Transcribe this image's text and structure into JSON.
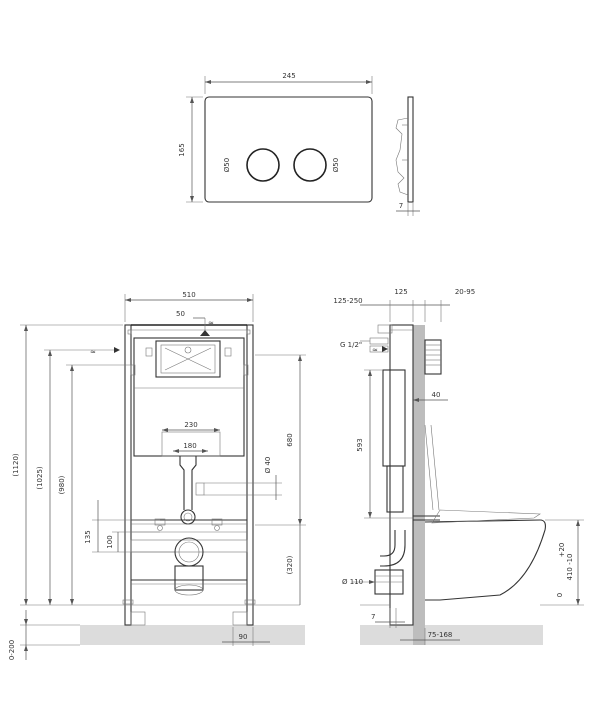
{
  "plate": {
    "width": "245",
    "height": "165",
    "button_left_dia": "Ø50",
    "button_right_dia": "Ø50",
    "side_thickness": "7"
  },
  "front": {
    "width": "510",
    "offset_top": "50",
    "h_total": "(1120)",
    "h_1025": "(1025)",
    "h_980": "(980)",
    "h_680": "680",
    "w_230": "230",
    "w_180": "180",
    "pipe_dia": "Ø 40",
    "h_135": "135",
    "h_100": "100",
    "h_320": "(320)",
    "w_90": "90",
    "floor_adjust": "0-200"
  },
  "side": {
    "top_125_250": "125-250",
    "top_125": "125",
    "top_20_95": "20-95",
    "thread": "G 1/2\"",
    "w_40": "40",
    "h_593": "593",
    "drain_dia": "Ø 110",
    "bottom_7": "7",
    "bottom_75_168": "75-168",
    "bowl_height": "410 -10",
    "bowl_tolerance": "+20",
    "zero": "0"
  }
}
